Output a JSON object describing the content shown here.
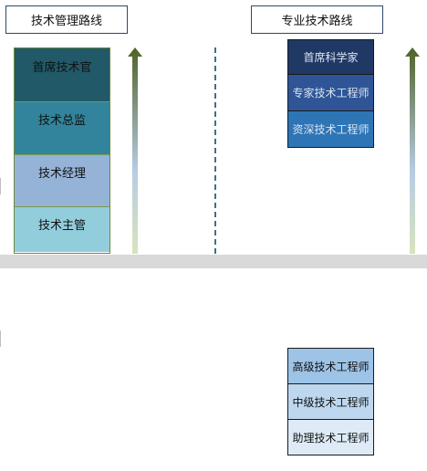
{
  "headers": {
    "management": "技术管理路线",
    "professional": "专业技术路线"
  },
  "management_track": [
    {
      "label": "首席技术官",
      "fill": "#215968",
      "text_color": "#111111"
    },
    {
      "label": "技术总监",
      "fill": "#31849b",
      "text_color": "#111111"
    },
    {
      "label": "技术经理",
      "fill": "#95b3d7",
      "text_color": "#111111"
    },
    {
      "label": "技术主管",
      "fill": "#92cddc",
      "text_color": "#111111"
    }
  ],
  "professional_track_upper": [
    {
      "label": "首席科学家",
      "fill": "#203864",
      "text_color": "#dbe5f1"
    },
    {
      "label": "专家技术工程师",
      "fill": "#2f5597",
      "text_color": "#dbe5f1"
    },
    {
      "label": "资深技术工程师",
      "fill": "#2e75b6",
      "text_color": "#dbe5f1"
    }
  ],
  "professional_track_lower": [
    {
      "label": "高级技术工程师",
      "fill": "#9dc3e6",
      "text_color": "#111111"
    },
    {
      "label": "中级技术工程师",
      "fill": "#bdd7ee",
      "text_color": "#111111"
    },
    {
      "label": "助理技术工程师",
      "fill": "#deebf7",
      "text_color": "#111111"
    }
  ],
  "colors": {
    "header_border": "#2e4a6b",
    "arrow_top": "#4f6228",
    "arrow_mid": "#b8cce4",
    "arrow_bottom": "#d7e4bd",
    "divider": "#3d6f8f",
    "band": "#d9d9d9"
  },
  "icons": {
    "growth_arrow": "arrow-up-icon"
  }
}
